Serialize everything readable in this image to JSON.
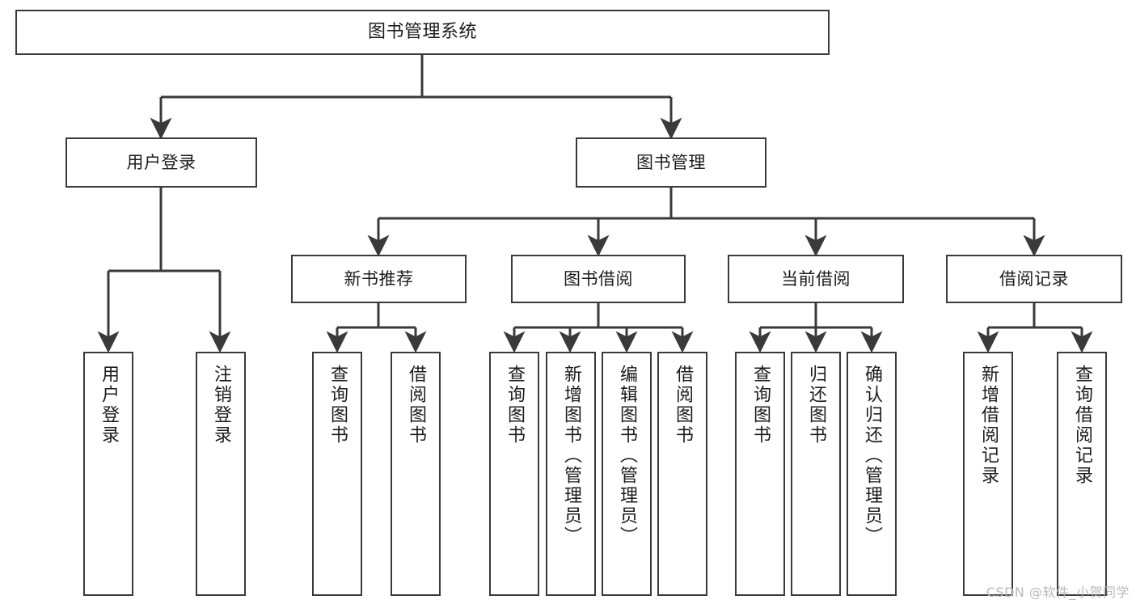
{
  "diagram": {
    "title": "图书管理系统",
    "watermark": "CSDN @软件_小贺同学",
    "line_color": "#3a3a3a",
    "box_fill": "#ffffff",
    "text_color": "#1c1c1c",
    "watermark_color": "#b9b9b9"
  },
  "nodes": {
    "root": {
      "label": "图书管理系统"
    },
    "level2": [
      {
        "label": "用户登录"
      },
      {
        "label": "图书管理"
      }
    ],
    "level3": [
      {
        "label": "新书推荐"
      },
      {
        "label": "图书借阅"
      },
      {
        "label": "当前借阅"
      },
      {
        "label": "借阅记录"
      }
    ],
    "leaves": {
      "user_login": [
        {
          "label": "用户登录"
        },
        {
          "label": "注销登录"
        }
      ],
      "new_book": [
        {
          "label": "查询图书"
        },
        {
          "label": "借阅图书"
        }
      ],
      "book_borrow": [
        {
          "label": "查询图书"
        },
        {
          "label": "新增图书（管理员）"
        },
        {
          "label": "编辑图书（管理员）"
        },
        {
          "label": "借阅图书"
        }
      ],
      "current_borrow": [
        {
          "label": "查询图书"
        },
        {
          "label": "归还图书"
        },
        {
          "label": "确认归还（管理员）"
        }
      ],
      "borrow_record": [
        {
          "label": "新增借阅记录"
        },
        {
          "label": "查询借阅记录"
        }
      ]
    }
  },
  "chart_data": {
    "type": "tree",
    "title": "图书管理系统",
    "root": "图书管理系统",
    "edges": [
      [
        "图书管理系统",
        "用户登录"
      ],
      [
        "图书管理系统",
        "图书管理"
      ],
      [
        "用户登录",
        "用户登录"
      ],
      [
        "用户登录",
        "注销登录"
      ],
      [
        "图书管理",
        "新书推荐"
      ],
      [
        "图书管理",
        "图书借阅"
      ],
      [
        "图书管理",
        "当前借阅"
      ],
      [
        "图书管理",
        "借阅记录"
      ],
      [
        "新书推荐",
        "查询图书"
      ],
      [
        "新书推荐",
        "借阅图书"
      ],
      [
        "图书借阅",
        "查询图书"
      ],
      [
        "图书借阅",
        "新增图书（管理员）"
      ],
      [
        "图书借阅",
        "编辑图书（管理员）"
      ],
      [
        "图书借阅",
        "借阅图书"
      ],
      [
        "当前借阅",
        "查询图书"
      ],
      [
        "当前借阅",
        "归还图书"
      ],
      [
        "当前借阅",
        "确认归还（管理员）"
      ],
      [
        "借阅记录",
        "新增借阅记录"
      ],
      [
        "借阅记录",
        "查询借阅记录"
      ]
    ],
    "levels": 4,
    "orientation": "top-down"
  }
}
